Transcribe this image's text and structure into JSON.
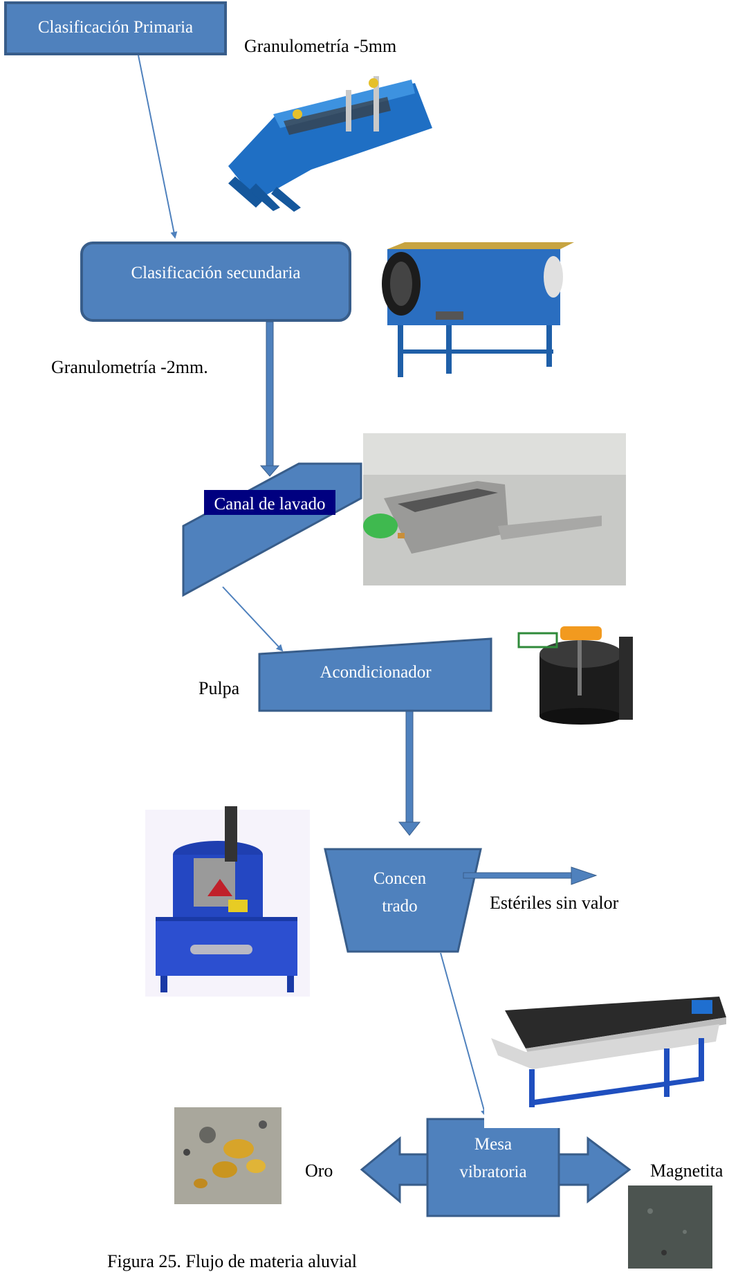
{
  "colors": {
    "box_fill": "#4f81bd",
    "box_stroke": "#385d8a",
    "arrow": "#4f81bd",
    "box_text": "#ffffff",
    "highlight": "#000080"
  },
  "nodes": {
    "primary": "Clasificación Primaria",
    "secondary": "Clasificación secundaria",
    "canal": "Canal de lavado",
    "conditioner": "Acondicionador",
    "concentrate_line1": "Concen",
    "concentrate_line2": "trado",
    "table_line1": "Mesa",
    "table_line2": "vibratoria"
  },
  "labels": {
    "gran5": "Granulometría -5mm",
    "gran2": "Granulometría -2mm.",
    "pulpa": "Pulpa",
    "esteriles": "Estériles sin valor",
    "oro": "Oro",
    "magnetita": "Magnetita",
    "caption": "Figura 25. Flujo de materia aluvial"
  },
  "images": [
    {
      "name": "vibrating-screen-photo",
      "icon": "vibrating-screen"
    },
    {
      "name": "trommel-photo",
      "icon": "trommel-screen"
    },
    {
      "name": "washing-channel-photo",
      "icon": "washing-channel"
    },
    {
      "name": "conditioner-tank-photo",
      "icon": "conditioner-tank"
    },
    {
      "name": "centrifugal-concentrator-photo",
      "icon": "centrifugal-concentrator"
    },
    {
      "name": "shaking-table-photo",
      "icon": "shaking-table"
    },
    {
      "name": "gold-nuggets-photo",
      "icon": "gold-nuggets"
    },
    {
      "name": "magnetite-photo",
      "icon": "magnetite-sand"
    }
  ]
}
